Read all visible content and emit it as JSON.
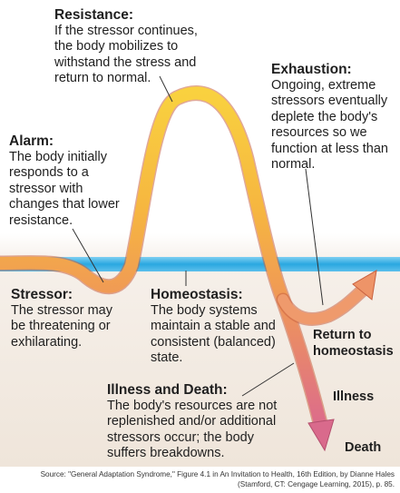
{
  "colors": {
    "background_top": "#ffffff",
    "background_bottom": "#efe5da",
    "homeostasis_band": "#2aa8e0",
    "curve_warm": "#f7c63b",
    "curve_orange": "#f29a4a",
    "curve_pink": "#e0708b",
    "leader_line": "#333333"
  },
  "stages": {
    "resistance": {
      "title": "Resistance:",
      "body": "If the stressor continues, the body mobilizes to withstand the stress and return to normal."
    },
    "exhaustion": {
      "title": "Exhaustion:",
      "body": "Ongoing, extreme stressors eventually deplete the body's resources so we function at less than normal."
    },
    "alarm": {
      "title": "Alarm:",
      "body": "The body initially responds to a stressor with changes that lower resistance."
    },
    "stressor": {
      "title": "Stressor:",
      "body": "The stressor may be threatening or exhilarating."
    },
    "homeostasis": {
      "title": "Homeostasis:",
      "body": "The body systems maintain a stable and consistent (balanced) state."
    },
    "illness_death": {
      "title": "Illness and Death:",
      "body": "The body's resources are not replenished and/or additional stressors occur; the body suffers breakdowns."
    }
  },
  "outcomes": {
    "return_label": "Return to homeostasis",
    "illness_label": "Illness",
    "death_label": "Death"
  },
  "source": "Source: \"General Adaptation Syndrome,\" Figure 4.1 in An Invitation to Health, 16th Edition, by Dianne Hales (Stamford, CT: Cengage Learning, 2015), p. 85."
}
